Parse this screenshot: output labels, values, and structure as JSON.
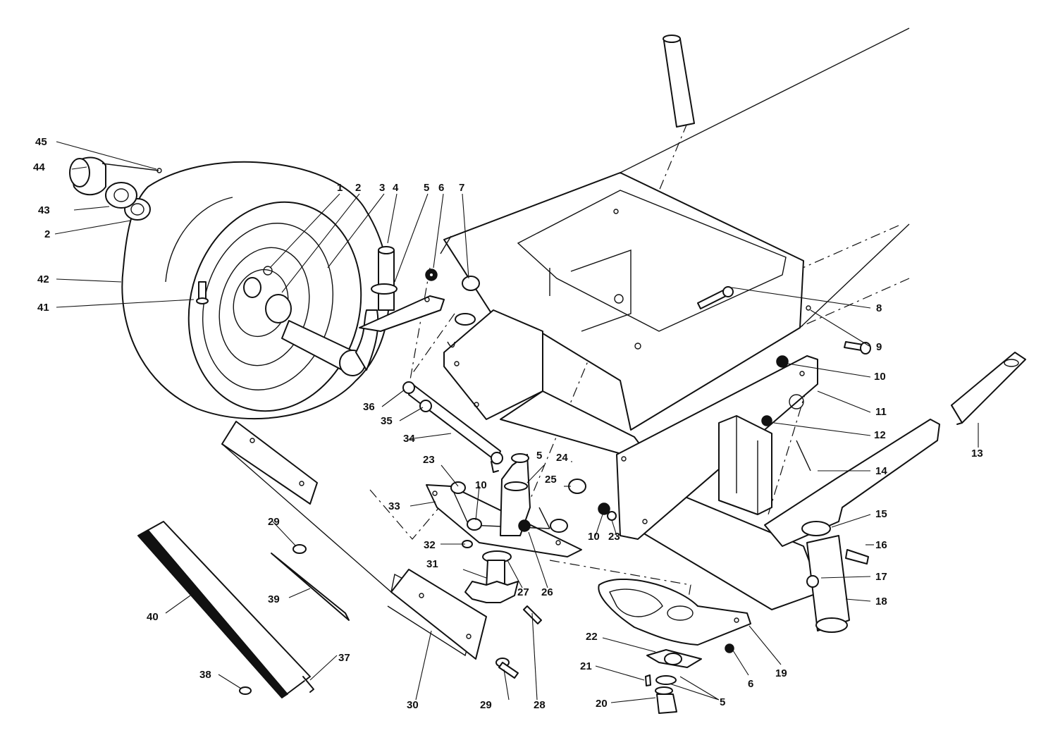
{
  "callouts": [
    {
      "id": "1",
      "label": "1"
    },
    {
      "id": "2a",
      "label": "2"
    },
    {
      "id": "2b",
      "label": "2"
    },
    {
      "id": "3",
      "label": "3"
    },
    {
      "id": "4",
      "label": "4"
    },
    {
      "id": "5a",
      "label": "5"
    },
    {
      "id": "5b",
      "label": "5"
    },
    {
      "id": "5c",
      "label": "5"
    },
    {
      "id": "6a",
      "label": "6"
    },
    {
      "id": "6b",
      "label": "6"
    },
    {
      "id": "7",
      "label": "7"
    },
    {
      "id": "8",
      "label": "8"
    },
    {
      "id": "9",
      "label": "9"
    },
    {
      "id": "10a",
      "label": "10"
    },
    {
      "id": "10b",
      "label": "10"
    },
    {
      "id": "10c",
      "label": "10"
    },
    {
      "id": "11",
      "label": "11"
    },
    {
      "id": "12",
      "label": "12"
    },
    {
      "id": "13",
      "label": "13"
    },
    {
      "id": "14",
      "label": "14"
    },
    {
      "id": "15",
      "label": "15"
    },
    {
      "id": "16",
      "label": "16"
    },
    {
      "id": "17",
      "label": "17"
    },
    {
      "id": "18",
      "label": "18"
    },
    {
      "id": "19",
      "label": "19"
    },
    {
      "id": "20",
      "label": "20"
    },
    {
      "id": "21",
      "label": "21"
    },
    {
      "id": "22",
      "label": "22"
    },
    {
      "id": "23a",
      "label": "23"
    },
    {
      "id": "23b",
      "label": "23"
    },
    {
      "id": "24",
      "label": "24"
    },
    {
      "id": "25",
      "label": "25"
    },
    {
      "id": "26",
      "label": "26"
    },
    {
      "id": "27",
      "label": "27"
    },
    {
      "id": "28",
      "label": "28"
    },
    {
      "id": "29a",
      "label": "29"
    },
    {
      "id": "29b",
      "label": "29"
    },
    {
      "id": "30",
      "label": "30"
    },
    {
      "id": "31",
      "label": "31"
    },
    {
      "id": "32",
      "label": "32"
    },
    {
      "id": "33",
      "label": "33"
    },
    {
      "id": "34",
      "label": "34"
    },
    {
      "id": "35",
      "label": "35"
    },
    {
      "id": "36",
      "label": "36"
    },
    {
      "id": "37",
      "label": "37"
    },
    {
      "id": "38",
      "label": "38"
    },
    {
      "id": "39",
      "label": "39"
    },
    {
      "id": "40",
      "label": "40"
    },
    {
      "id": "41",
      "label": "41"
    },
    {
      "id": "42",
      "label": "42"
    },
    {
      "id": "43",
      "label": "43"
    },
    {
      "id": "44",
      "label": "44"
    },
    {
      "id": "45",
      "label": "45"
    }
  ]
}
